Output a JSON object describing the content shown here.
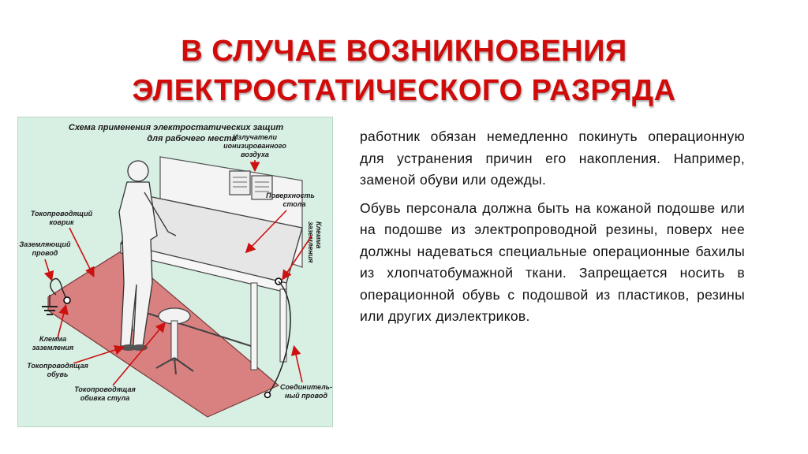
{
  "slide": {
    "title_line1": "В СЛУЧАЕ ВОЗНИКНОВЕНИЯ",
    "title_line2": "ЭЛЕКТРОСТАТИЧЕСКОГО РАЗРЯДА",
    "paragraph1": "работник обязан немедленно покинуть операционную для устранения причин его накопления. Например, заменой обуви или одежды.",
    "paragraph2": "Обувь персонала должна быть на кожаной подошве или на подошве из электропроводной резины, поверх нее должны надеваться специальные операционные бахилы из хлопчатобумажной ткани. Запрещается носить в операционной обувь с подошвой из пластиков, резины или других диэлектриков."
  },
  "figure": {
    "caption_line1": "Схема применения электростатических защит",
    "caption_line2": "для рабочего места",
    "labels": {
      "ionizers_1": "Излучатели",
      "ionizers_2": "ионизированного",
      "ionizers_3": "воздуха",
      "surface_1": "Поверхность",
      "surface_2": "стола",
      "mat_1": "Токопроводящий",
      "mat_2": "коврик",
      "ground_1": "Заземляющий",
      "ground_2": "провод",
      "clamp_1": "Клемма",
      "clamp_2": "заземления",
      "shoes_1": "Токопроводящая",
      "shoes_2": "обувь",
      "chair_1": "Токопроводящая",
      "chair_2": "обивка стула",
      "wire_1": "Соединитель-",
      "wire_2": "ный провод",
      "side_clamp_1": "Клемма",
      "side_clamp_2": "заземления"
    },
    "colors": {
      "background": "#d8efe4",
      "mat": "#d98080",
      "arrow": "#cc1111",
      "table": "#f4f4f4"
    }
  }
}
